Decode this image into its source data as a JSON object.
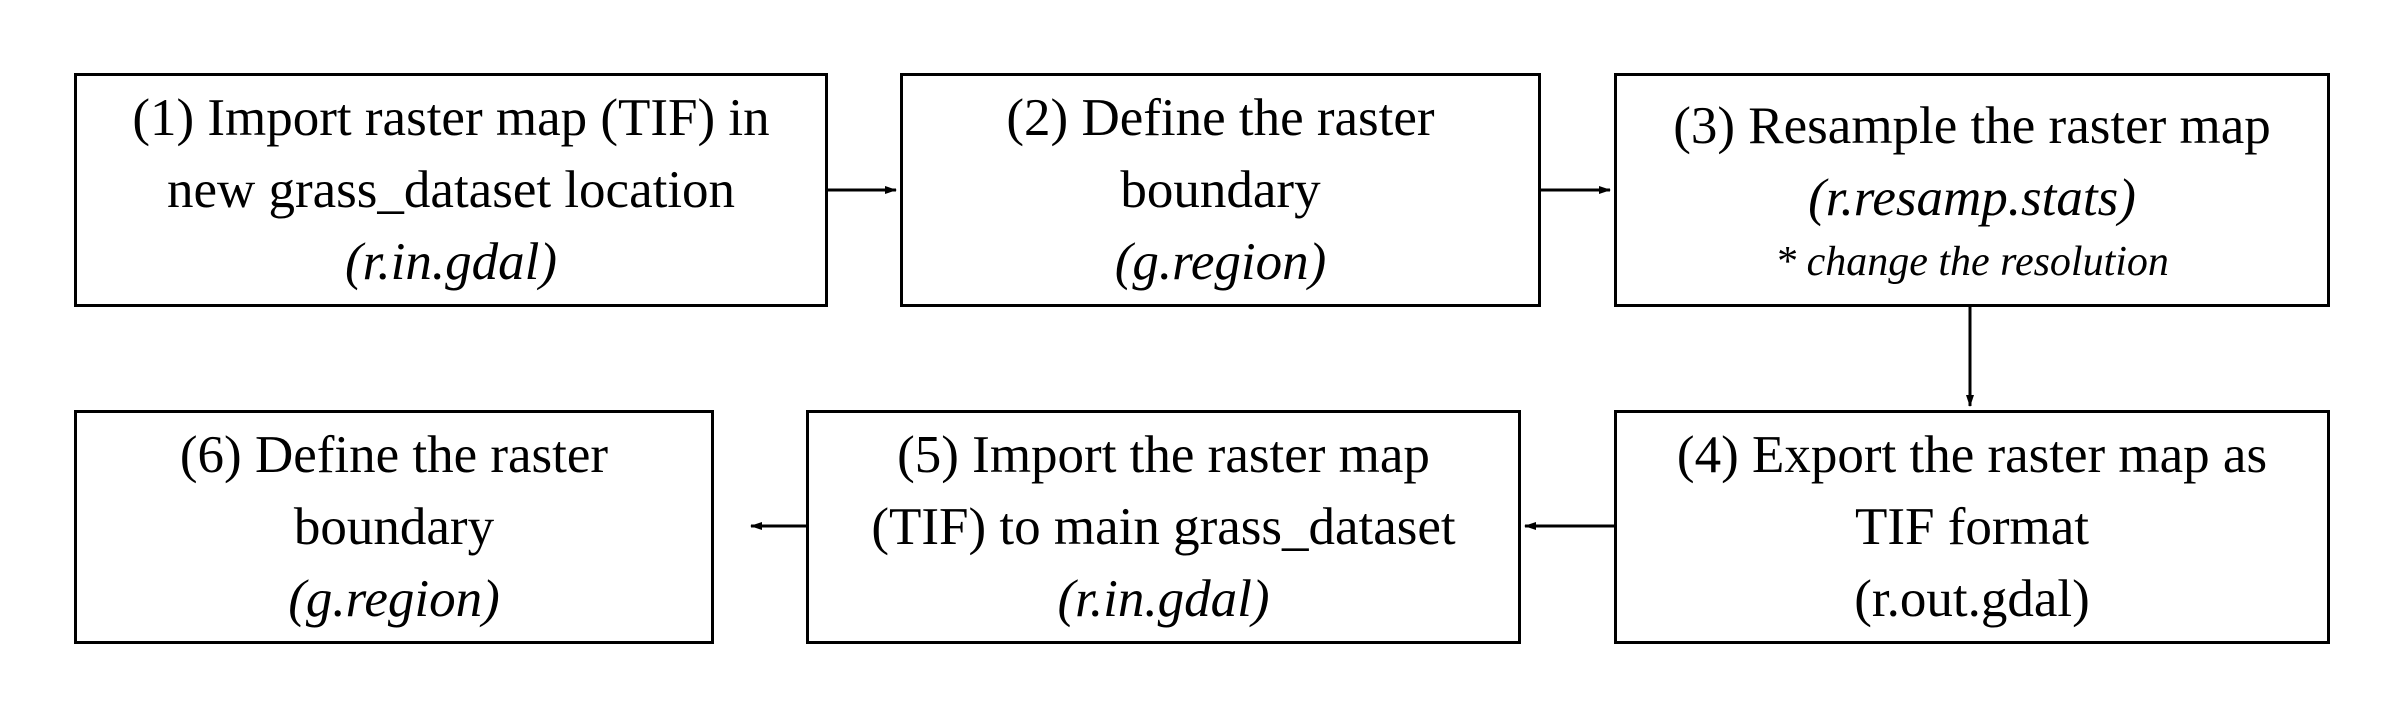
{
  "steps": [
    {
      "lines": [
        "(1) Import raster map (TIF) in",
        "new grass_dataset location"
      ],
      "command": "(r.in.gdal)"
    },
    {
      "lines": [
        "(2) Define the raster",
        "boundary"
      ],
      "command": "(g.region)"
    },
    {
      "lines": [
        "(3) Resample the raster map"
      ],
      "command": "(r.resamp.stats)",
      "note": "* change the resolution"
    },
    {
      "lines": [
        "(4) Export the raster map as",
        "TIF format"
      ],
      "command": "(r.out.gdal)"
    },
    {
      "lines": [
        "(5) Import the raster map",
        "(TIF) to main grass_dataset"
      ],
      "command": "(r.in.gdal)"
    },
    {
      "lines": [
        "(6) Define the raster",
        "boundary"
      ],
      "command": "(g.region)"
    }
  ],
  "connections": [
    {
      "from": 1,
      "to": 2
    },
    {
      "from": 2,
      "to": 3
    },
    {
      "from": 3,
      "to": 4
    },
    {
      "from": 4,
      "to": 5
    },
    {
      "from": 5,
      "to": 6
    }
  ],
  "colors": {
    "stroke": "#000000",
    "background": "#ffffff"
  }
}
